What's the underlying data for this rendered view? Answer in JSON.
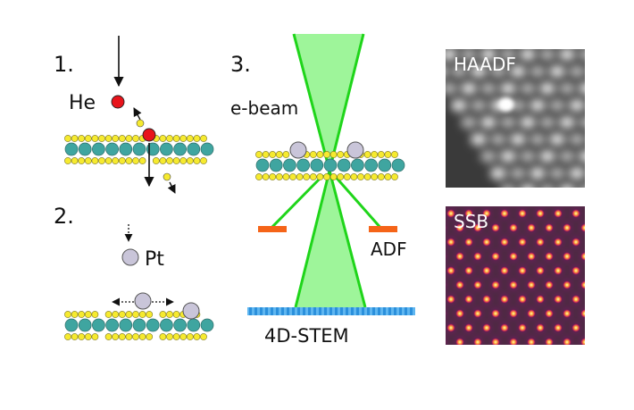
{
  "panels": {
    "p1": {
      "number": "1.",
      "ion_label": "He"
    },
    "p2": {
      "number": "2.",
      "adatom_label": "Pt"
    },
    "p3": {
      "number": "3.",
      "beam_label": "e-beam",
      "detector_label": "ADF",
      "camera_label": "4D-STEM"
    },
    "images": {
      "haadf_label": "HAADF",
      "ssb_label": "SSB"
    }
  },
  "colors": {
    "sulfur": "#f6ea2f",
    "metal": "#3fa5a0",
    "helium": "#e8141b",
    "platinum": "#c9c5d9",
    "beam": "#9ef59a",
    "beam_edge": "#1fd51a",
    "detector": "#f56418",
    "camera": "#2a8fd8"
  }
}
